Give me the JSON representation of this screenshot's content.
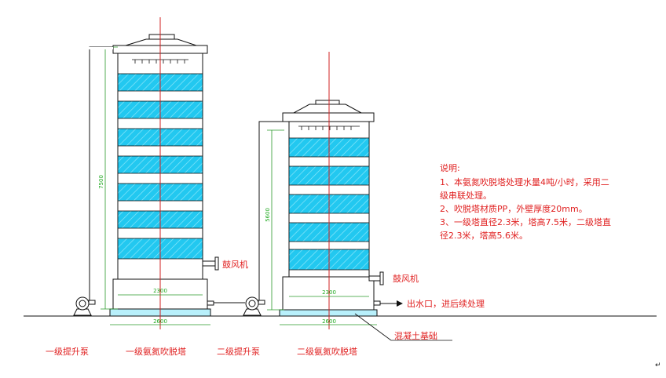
{
  "colors": {
    "outline": "#111111",
    "packing_fill": "#22c8f0",
    "packing_hatch": "#7ee0f8",
    "base_fill": "#b8f0fb",
    "dim_line": "#2a9a2a",
    "label_red": "#e02020",
    "centerline": "#d02020"
  },
  "notes": {
    "title": "说明:",
    "lines": [
      "1、本氨氮吹脱塔处理水量4吨/小时，采用二",
      "级串联处理。",
      "2、吹脱塔材质PP，外壁厚度20mm。",
      "3、一级塔直径2.3米，塔高7.5米，二级塔直",
      "径2.3米，塔高5.6米。"
    ]
  },
  "tower1": {
    "height_dim": "7500",
    "inner_dim": "2300",
    "base_dim": "2600",
    "blower_label": "鼓风机"
  },
  "tower2": {
    "height_dim": "5600",
    "inner_dim": "2300",
    "base_dim": "2600",
    "blower_label": "鼓风机",
    "outlet_label": "出水口，进后续处理",
    "foundation_label": "混凝土基础"
  },
  "bottom_labels": {
    "pump1": "一级提升泵",
    "tower1": "一级氨氮吹脱塔",
    "pump2": "二级提升泵",
    "tower2": "二级氨氮吹脱塔"
  },
  "corner_mark": "↵"
}
